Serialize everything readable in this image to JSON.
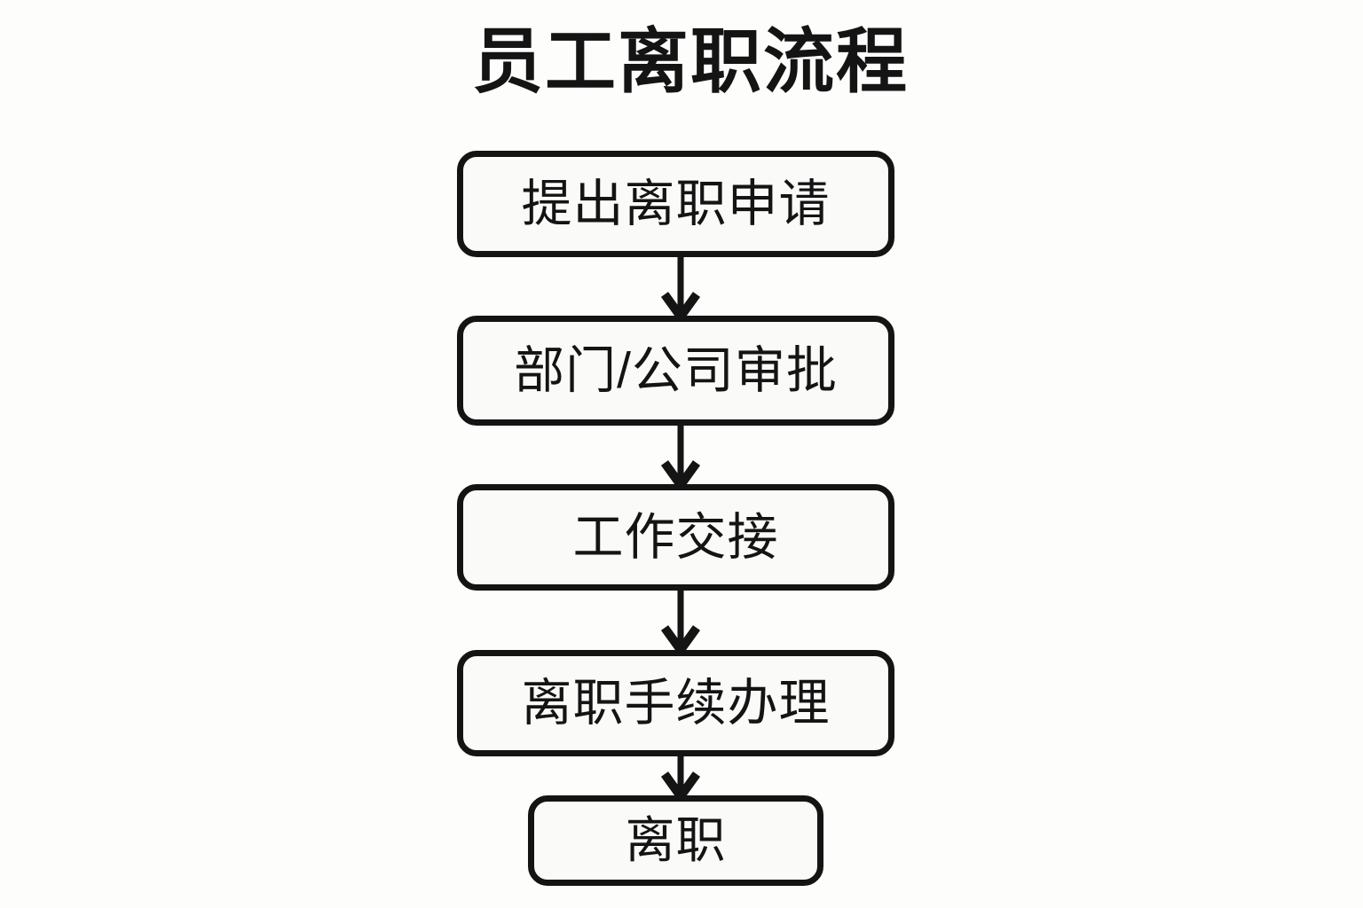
{
  "title": "员工离职流程",
  "flow": {
    "nodes": [
      {
        "id": "apply",
        "label": "提出离职申请"
      },
      {
        "id": "approval",
        "label": "部门/公司审批"
      },
      {
        "id": "handover",
        "label": "工作交接"
      },
      {
        "id": "formality",
        "label": "离职手续办理"
      },
      {
        "id": "departed",
        "label": "离职"
      }
    ],
    "connectors": [
      {
        "from": "apply",
        "to": "approval",
        "kind": "arrow-down"
      },
      {
        "from": "approval",
        "to": "handover",
        "kind": "arrow-down"
      },
      {
        "from": "handover",
        "to": "formality",
        "kind": "arrow-down"
      },
      {
        "from": "formality",
        "to": "departed",
        "kind": "arrow-down"
      }
    ]
  },
  "colors": {
    "background": "#fdfdfb",
    "stroke": "#141414",
    "node_fill": "#fafaf8",
    "text": "#141414"
  }
}
